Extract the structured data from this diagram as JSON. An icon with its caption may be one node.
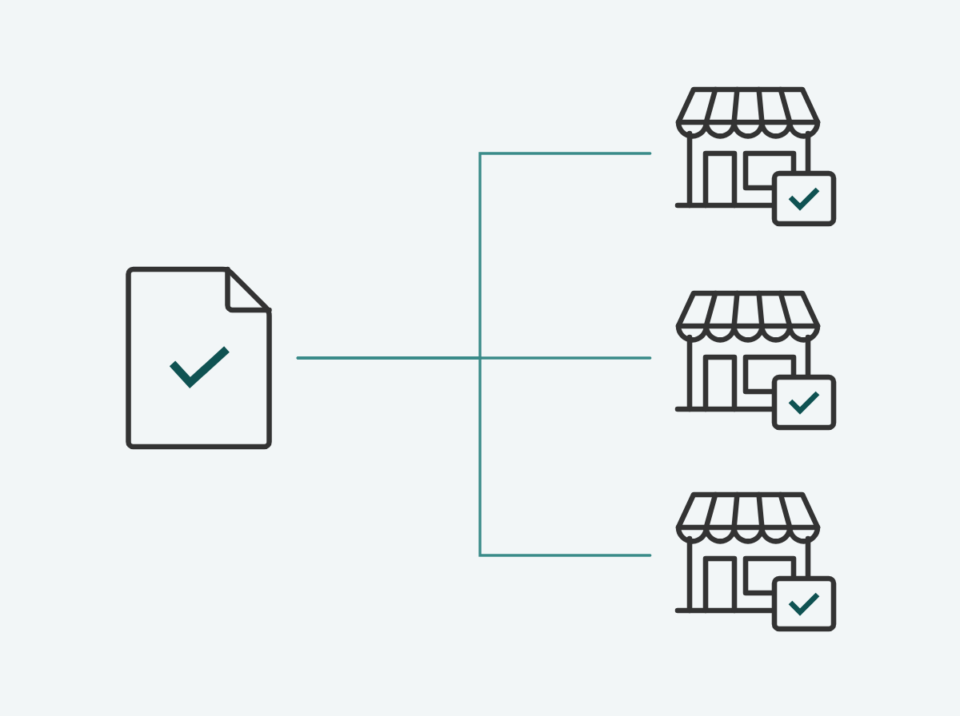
{
  "diagram": {
    "nodes": [
      {
        "text": [],
        "shape": "picture"
      },
      {
        "text": [],
        "shape": "picture"
      },
      {
        "text": [],
        "shape": "picture"
      },
      {
        "text": [],
        "shape": "picture"
      }
    ],
    "edges": [
      {
        "from": 0,
        "to": 1,
        "arrow": "none"
      },
      {
        "from": 0,
        "to": 2,
        "arrow": "none"
      },
      {
        "from": 0,
        "to": 3,
        "arrow": "none"
      }
    ]
  }
}
